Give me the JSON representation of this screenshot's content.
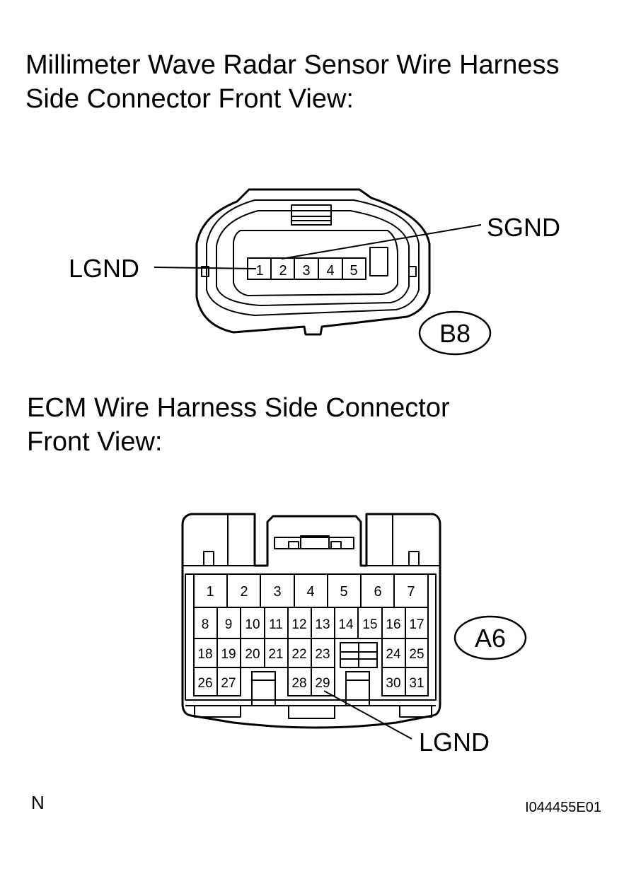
{
  "section1": {
    "title_line1": "Millimeter Wave Radar Sensor Wire Harness",
    "title_line2": "Side Connector Front View:",
    "connector_code": "B8",
    "pins": [
      "1",
      "2",
      "3",
      "4",
      "5"
    ],
    "callout_left": "LGND",
    "callout_right": "SGND"
  },
  "section2": {
    "title_line1": "ECM Wire Harness Side Connector",
    "title_line2": "Front View:",
    "connector_code": "A6",
    "row1": [
      "1",
      "2",
      "3",
      "4",
      "5",
      "6",
      "7"
    ],
    "row2": [
      "8",
      "9",
      "10",
      "11",
      "12",
      "13",
      "14",
      "15",
      "16",
      "17"
    ],
    "row3": [
      "18",
      "19",
      "20",
      "21",
      "22",
      "23",
      "24",
      "25"
    ],
    "row4": [
      "26",
      "27",
      "28",
      "29",
      "30",
      "31"
    ],
    "callout": "LGND"
  },
  "footer": {
    "left_mark": "N",
    "figure_code": "I044455E01"
  }
}
